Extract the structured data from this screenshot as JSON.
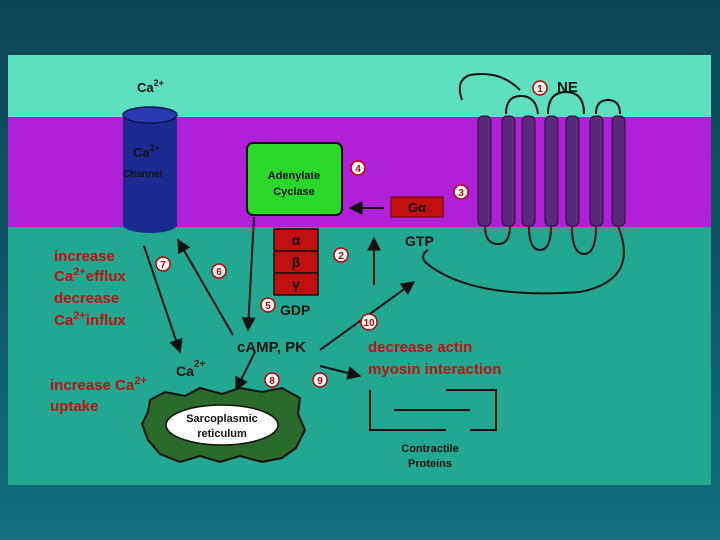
{
  "diagram": {
    "labels": {
      "ca_top": "Ca",
      "ca_top_sup": "2+",
      "ca_channel": "Ca",
      "ca_channel_sup": "2+",
      "channel": "Channel",
      "ne": "NE",
      "adenylate_1": "Adenylate",
      "adenylate_2": "Cyclase",
      "g_alpha": "Gα",
      "gtp": "GTP",
      "alpha": "α",
      "beta": "β",
      "gamma": "γ",
      "gdp": "GDP",
      "camp_pk": "cAMP, PK",
      "ca_mid": "Ca",
      "ca_mid_sup": "2+",
      "left_1": "increase",
      "left_2a": "Ca",
      "left_2sup": "2+",
      "left_2b": "efflux",
      "left_3": "decrease",
      "left_4a": "Ca",
      "left_4sup": "2+",
      "left_4b": "influx",
      "uptake_1a": "increase Ca",
      "uptake_1sup": "2+",
      "uptake_2": "uptake",
      "actin_1": "decrease actin",
      "actin_2": "myosin interaction",
      "sarco_1": "Sarcoplasmic",
      "sarco_2": "reticulum",
      "contractile_1": "Contractile",
      "contractile_2": "Proteins"
    },
    "step_numbers": [
      "1",
      "2",
      "3",
      "4",
      "5",
      "6",
      "7",
      "8",
      "9",
      "10"
    ],
    "colors": {
      "extracellular": "#5ee0c0",
      "membrane": "#b020d8",
      "cytoplasm": "#22a890",
      "receptor": "#5a2a7a",
      "channel": "#1a2a90",
      "adenylate": "#2ad82a",
      "g_protein_box": "#c21010",
      "sr_outer": "#2a6a2a",
      "label_red": "#c01010"
    }
  }
}
